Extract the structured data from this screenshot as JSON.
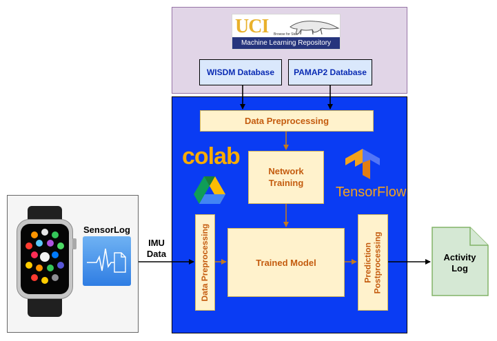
{
  "repository": {
    "logo_text": "UCI",
    "logo_tagline": "Browse for Stuff",
    "banner_text": "Machine Learning Repository",
    "databases": [
      {
        "label": "WISDM Database"
      },
      {
        "label": "PAMAP2 Database"
      }
    ]
  },
  "pipeline": {
    "data_preprocessing": "Data Preprocessing",
    "network_training": [
      "Network",
      "Training"
    ],
    "trained_model": "Trained Model",
    "side_preprocessing": "Data Preprocessing",
    "prediction_postprocessing": [
      "Prediction",
      "Postprocessing"
    ],
    "logos": {
      "colab": "colab",
      "tensorflow": "TensorFlow"
    }
  },
  "device": {
    "app_label": "SensorLog"
  },
  "edge_labels": {
    "imu": [
      "IMU",
      "Data"
    ]
  },
  "output": {
    "label": [
      "Activity",
      "Log"
    ]
  },
  "colors": {
    "repo_fill": "#e1d5e7",
    "pipeline_fill": "#0a3cf3",
    "step_fill": "#fff2cc",
    "step_text": "#c45c0f",
    "db_fill": "#dae8fc",
    "db_text": "#0a2bb3",
    "output_fill": "#d5e8d4",
    "arrow_orange": "#c47a1e"
  },
  "icons": [
    "uci-anteater-icon",
    "google-drive-icon",
    "tensorflow-icon",
    "apple-watch-icon",
    "sensorlog-app-icon",
    "document-icon"
  ]
}
